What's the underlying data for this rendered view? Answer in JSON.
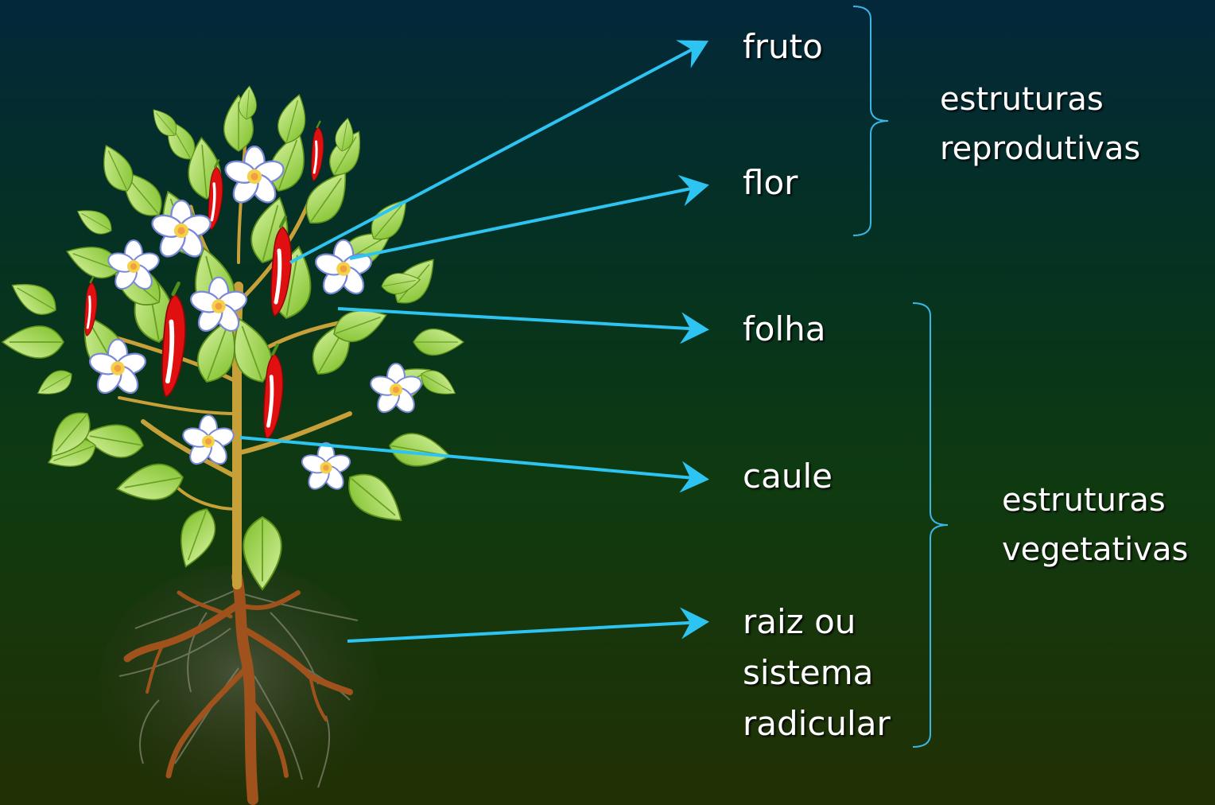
{
  "labels": {
    "fruto": "fruto",
    "flor": "flor",
    "folha": "folha",
    "caule": "caule",
    "raiz_line1": "raiz ou",
    "raiz_line2": "sistema",
    "raiz_line3": "radicular"
  },
  "groups": {
    "reprodutivas_line1": "estruturas",
    "reprodutivas_line2": "reprodutivas",
    "vegetativas_line1": "estruturas",
    "vegetativas_line2": "vegetativas"
  },
  "colors": {
    "arrow": "#2ec4f2",
    "brace": "#3ab6e6",
    "leaf": "#9cd43a",
    "fruit": "#e01010",
    "flower": "#ffffff",
    "stem": "#c8a03a",
    "root": "#a0521c"
  }
}
